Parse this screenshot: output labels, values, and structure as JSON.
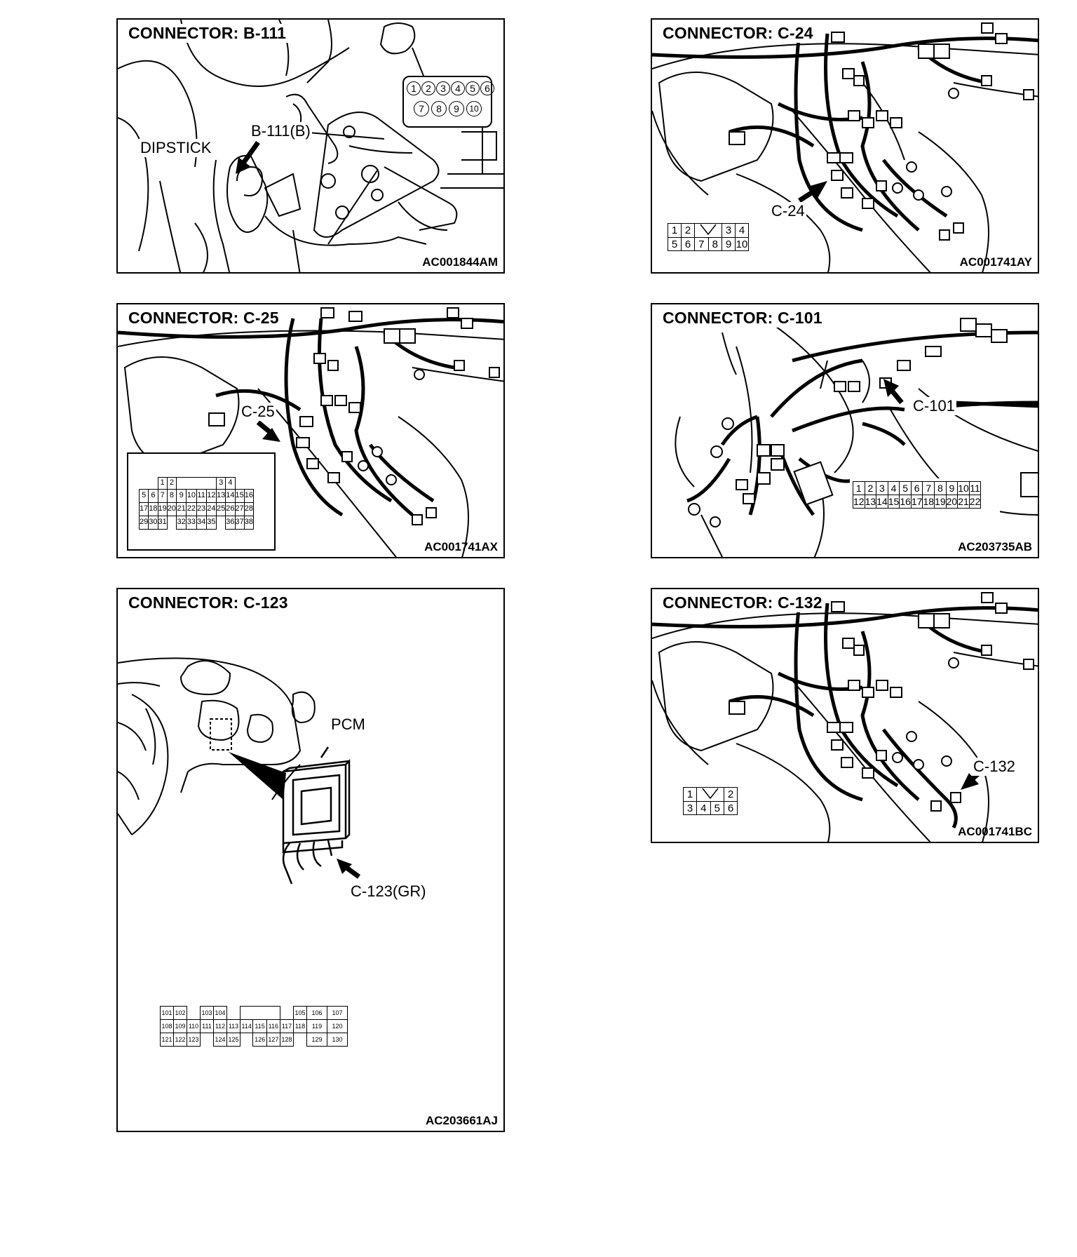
{
  "panels": [
    {
      "title": "CONNECTOR: B-111",
      "code": "AC001844AM",
      "callouts": [
        "B-111(B)",
        "DIPSTICK"
      ],
      "pins": [
        [
          "1",
          "2",
          "3",
          "4",
          "5",
          "6"
        ],
        [
          "7",
          "8",
          "9",
          "10"
        ]
      ]
    },
    {
      "title": "CONNECTOR: C-24",
      "code": "AC001741AY",
      "callouts": [
        "C-24"
      ],
      "pins": [
        [
          "1",
          "2",
          "",
          "3",
          "4"
        ],
        [
          "5",
          "6",
          "7",
          "8",
          "9",
          "10"
        ]
      ]
    },
    {
      "title": "CONNECTOR: C-25",
      "code": "AC001741AX",
      "callouts": [
        "C-25"
      ],
      "pins": [
        [
          "1",
          "2",
          "3",
          "4"
        ],
        [
          "5",
          "6",
          "7",
          "8",
          "9",
          "10",
          "11",
          "12",
          "13",
          "14",
          "15",
          "16"
        ],
        [
          "17",
          "18",
          "19",
          "20",
          "21",
          "22",
          "23",
          "24",
          "25",
          "26",
          "27",
          "28"
        ],
        [
          "29",
          "30",
          "31",
          "32",
          "33",
          "34",
          "35",
          "36",
          "37",
          "38"
        ]
      ]
    },
    {
      "title": "CONNECTOR: C-101",
      "code": "AC203735AB",
      "callouts": [
        "C-101"
      ],
      "pins": [
        [
          "1",
          "2",
          "3",
          "4",
          "5",
          "6",
          "7",
          "8",
          "9",
          "10",
          "11"
        ],
        [
          "12",
          "13",
          "14",
          "15",
          "16",
          "17",
          "18",
          "19",
          "20",
          "21",
          "22"
        ]
      ]
    },
    {
      "title": "CONNECTOR: C-123",
      "code": "AC203661AJ",
      "callouts": [
        "PCM",
        "C-123(GR)"
      ],
      "pins": [
        [
          "101",
          "102",
          "103",
          "104",
          "105",
          "106",
          "107"
        ],
        [
          "108",
          "109",
          "110",
          "111",
          "112",
          "113",
          "114",
          "115",
          "116",
          "117",
          "118",
          "119",
          "120"
        ],
        [
          "121",
          "122",
          "123",
          "124",
          "125",
          "126",
          "127",
          "128",
          "129",
          "130"
        ]
      ]
    },
    {
      "title": "CONNECTOR: C-132",
      "code": "AC001741BC",
      "callouts": [
        "C-132"
      ],
      "pins": [
        [
          "1",
          "",
          "2"
        ],
        [
          "3",
          "4",
          "5",
          "6"
        ]
      ]
    }
  ]
}
